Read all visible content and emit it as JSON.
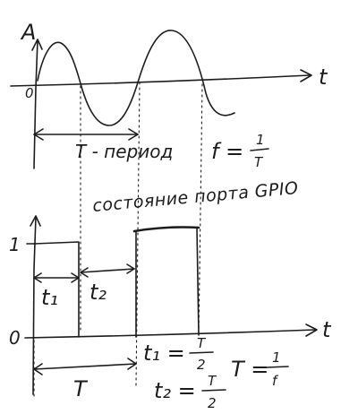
{
  "top_graph": {
    "y_axis_label": "A",
    "x_axis_label": "t",
    "origin_label": "0",
    "period_label": "T - период",
    "frequency_formula": {
      "lhs": "f =",
      "numerator": "1",
      "denominator": "T"
    }
  },
  "bottom_graph": {
    "title": "состояние порта GPIO",
    "high_level_label": "1",
    "origin_label": "0",
    "x_axis_label": "t",
    "t1_label": "t₁",
    "t2_label": "t₂",
    "period_label": "T",
    "formula_t1": {
      "lhs": "t₁ =",
      "numerator": "T",
      "denominator": "2"
    },
    "formula_t2": {
      "lhs": "t₂ =",
      "numerator": "T",
      "denominator": "2"
    },
    "formula_T": {
      "lhs": "T =",
      "numerator": "1",
      "denominator": "f"
    }
  }
}
